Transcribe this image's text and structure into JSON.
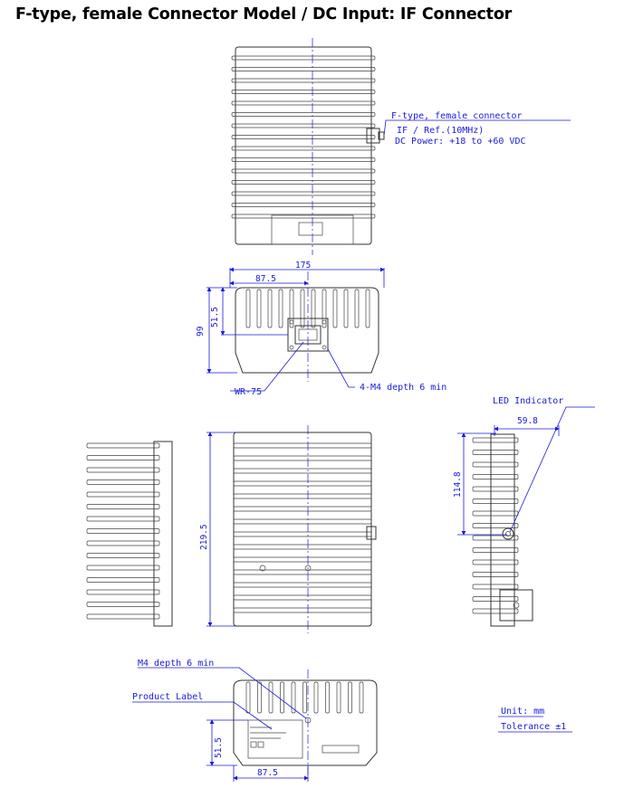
{
  "title": "F-type, female Connector Model / DC Input: IF Connector",
  "callouts": {
    "connector": "F-type, female connector",
    "if_ref": "IF / Ref.(10MHz)",
    "dc_power": "DC Power: +18 to +60 VDC",
    "wr75": "WR-75",
    "m4_front": "4-M4 depth 6 min",
    "led": "LED Indicator",
    "m4_bottom": "M4 depth 6 min",
    "product_label": "Product Label"
  },
  "dimensions": {
    "width_175": "175",
    "half_87_5_top": "87.5",
    "height_99": "99",
    "height_51_5_top": "51.5",
    "length_219_5": "219.5",
    "led_59_8": "59.8",
    "led_114_8": "114.8",
    "height_51_5_bottom": "51.5",
    "half_87_5_bottom": "87.5"
  },
  "notes": {
    "unit": "Unit: mm",
    "tolerance": "Tolerance ±1"
  }
}
